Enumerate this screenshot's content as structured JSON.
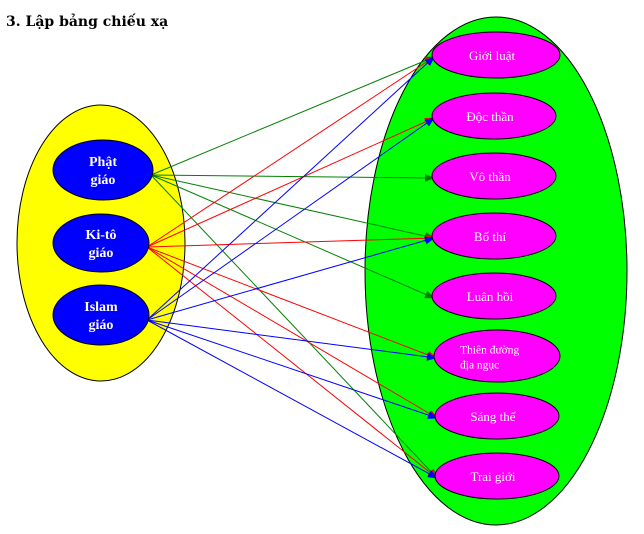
{
  "title": "3. Lập bảng chiếu xạ",
  "colors": {
    "left_container": "#ffff00",
    "right_container": "#00ff00",
    "left_node": "#0000ff",
    "right_node": "#ff00ff",
    "green_arrow": "#008000",
    "red_arrow": "#ff0000",
    "blue_arrow": "#0000ff"
  },
  "left_nodes": [
    {
      "id": "phat",
      "lines": [
        "Phật",
        "giáo"
      ],
      "arrow_color": "green"
    },
    {
      "id": "kito",
      "lines": [
        "Ki-tô",
        "giáo"
      ],
      "arrow_color": "red"
    },
    {
      "id": "islam",
      "lines": [
        "Islam",
        "giáo"
      ],
      "arrow_color": "blue"
    }
  ],
  "right_nodes": [
    {
      "id": "gioiluat",
      "lines": [
        "Giới luật"
      ]
    },
    {
      "id": "docthan",
      "lines": [
        "Độc thần"
      ]
    },
    {
      "id": "vothan",
      "lines": [
        "Vô thần"
      ]
    },
    {
      "id": "bothi",
      "lines": [
        "Bố thí"
      ]
    },
    {
      "id": "luanhoi",
      "lines": [
        "Luân hồi"
      ]
    },
    {
      "id": "thienduong",
      "lines": [
        "Thiên đường",
        "địa ngục"
      ]
    },
    {
      "id": "sangthe",
      "lines": [
        "Sáng thế"
      ]
    },
    {
      "id": "traigioi",
      "lines": [
        "Trai giới"
      ]
    }
  ],
  "mappings": [
    {
      "from": "phat",
      "to": "gioiluat"
    },
    {
      "from": "phat",
      "to": "vothan"
    },
    {
      "from": "phat",
      "to": "bothi"
    },
    {
      "from": "phat",
      "to": "luanhoi"
    },
    {
      "from": "phat",
      "to": "traigioi"
    },
    {
      "from": "kito",
      "to": "gioiluat"
    },
    {
      "from": "kito",
      "to": "docthan"
    },
    {
      "from": "kito",
      "to": "bothi"
    },
    {
      "from": "kito",
      "to": "thienduong"
    },
    {
      "from": "kito",
      "to": "sangthe"
    },
    {
      "from": "kito",
      "to": "traigioi"
    },
    {
      "from": "islam",
      "to": "gioiluat"
    },
    {
      "from": "islam",
      "to": "docthan"
    },
    {
      "from": "islam",
      "to": "bothi"
    },
    {
      "from": "islam",
      "to": "thienduong"
    },
    {
      "from": "islam",
      "to": "sangthe"
    },
    {
      "from": "islam",
      "to": "traigioi"
    }
  ]
}
